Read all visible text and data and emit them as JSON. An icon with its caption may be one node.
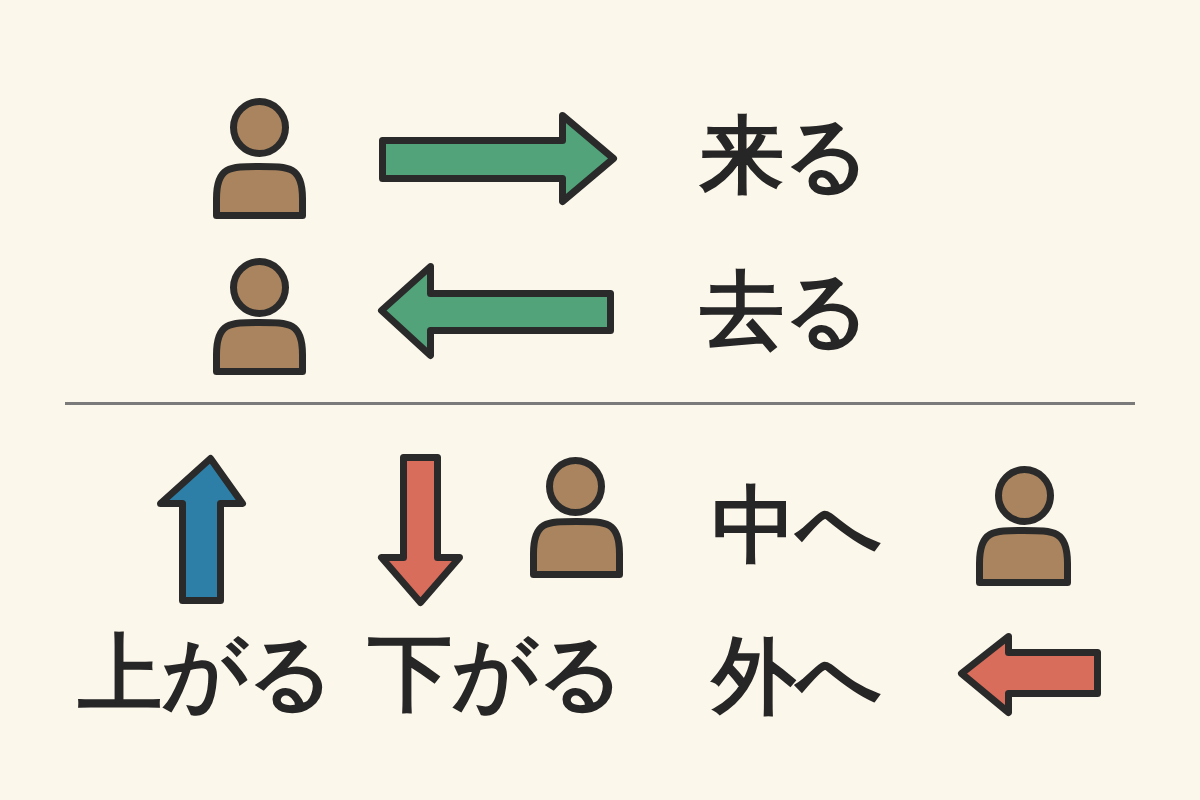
{
  "diagram": {
    "labels": [
      "来る",
      "去る",
      "上がる",
      "下がる",
      "中へ",
      "外へ"
    ]
  }
}
